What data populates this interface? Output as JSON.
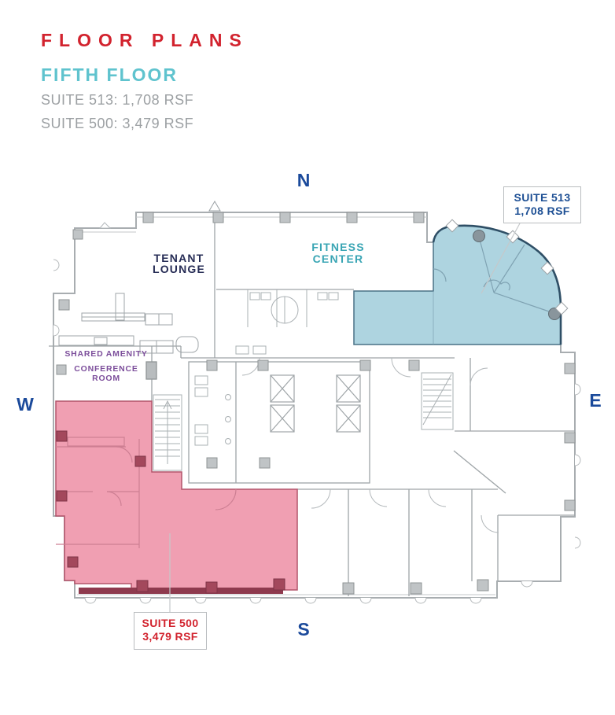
{
  "header": {
    "title": "FLOOR PLANS",
    "floor": "FIFTH FLOOR",
    "suite_513_line": "SUITE 513: 1,708 RSF",
    "suite_500_line": "SUITE 500: 3,479 RSF"
  },
  "compass": {
    "n": "N",
    "e": "E",
    "s": "S",
    "w": "W"
  },
  "rooms": {
    "tenant_lounge_line1": "TENANT",
    "tenant_lounge_line2": "LOUNGE",
    "fitness_line1": "FITNESS",
    "fitness_line2": "CENTER",
    "shared_amenity": "SHARED AMENITY",
    "conference_line1": "CONFERENCE",
    "conference_line2": "ROOM"
  },
  "callouts": {
    "suite_513": {
      "title": "SUITE 513",
      "area": "1,708 RSF"
    },
    "suite_500": {
      "title": "SUITE 500",
      "area": "3,479 RSF"
    }
  },
  "colors": {
    "accent_red": "#d2232e",
    "header_teal": "#5fc3ce",
    "muted_gray": "#9ca0a3",
    "room_navy": "#262c55",
    "fitness_teal": "#39a5b4",
    "amenity_purple": "#7c4e9b",
    "compass_blue": "#1b4a9b",
    "callout_blue": "#1d4f94",
    "suite_513_fill": "#aed4e0",
    "suite_513_stroke": "#2f4f66",
    "suite_500_fill": "#f09fb2",
    "suite_500_stroke": "#b2556b"
  }
}
